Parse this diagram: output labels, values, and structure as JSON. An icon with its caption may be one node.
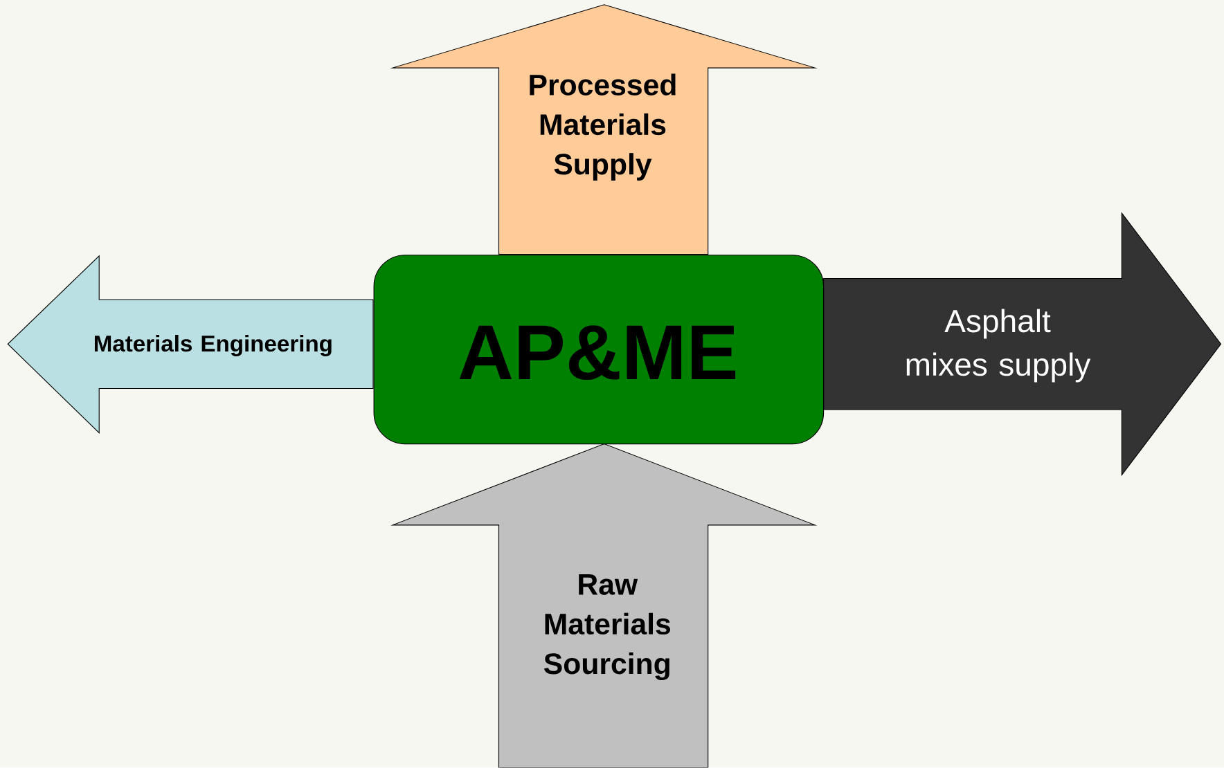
{
  "diagram": {
    "nodes": [
      {
        "text": [
          "Processed Materials Supply"
        ]
      },
      {
        "text": [
          "Materials Engineering"
        ]
      },
      {
        "text": [
          "AP&ME"
        ]
      },
      {
        "text": [
          "Asphalt mixes supply"
        ]
      },
      {
        "text": [
          "Raw Materials Sourcing"
        ]
      }
    ]
  }
}
